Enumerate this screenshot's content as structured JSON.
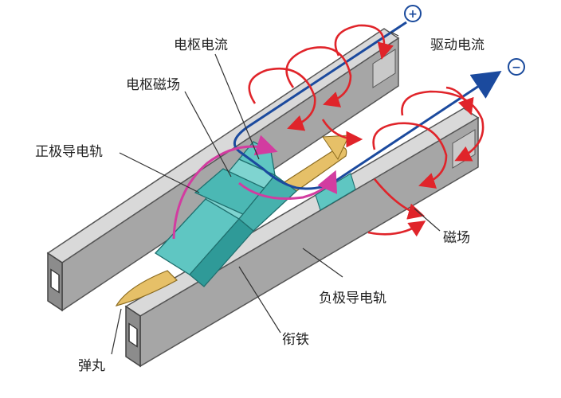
{
  "labels": {
    "armature_current": "电枢电流",
    "drive_current": "驱动电流",
    "armature_field": "电枢磁场",
    "positive_rail": "正极导电轨",
    "magnetic_field": "磁场",
    "negative_rail": "负极导电轨",
    "armature": "衔铁",
    "projectile": "弹丸",
    "plus_sign": "+",
    "minus_sign": "−"
  },
  "colors": {
    "rail_top": "#d9d9d9",
    "rail_side": "#a6a6a6",
    "rail_end": "#8c8c8c",
    "current": "#1b4a9e",
    "field": "#e0242a",
    "armature_field": "#d23ca0",
    "armature": "#5fc6c2",
    "armature_dark": "#2f9a98",
    "projectile": "#e6c068"
  },
  "icons": [
    "positive-terminal-icon",
    "negative-terminal-icon"
  ]
}
